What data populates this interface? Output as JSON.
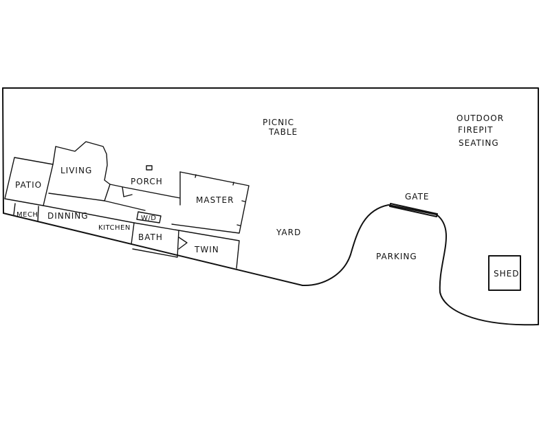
{
  "labels": {
    "picnic_line1": "PICNIC",
    "picnic_line2": "TABLE",
    "firepit_line1": "OUTDOOR",
    "firepit_line2": "FIREPIT",
    "firepit_line3": "SEATING",
    "patio": "PATIO",
    "living": "LIVING",
    "porch": "PORCH",
    "master": "MASTER",
    "mech": "MECH",
    "dinning": "DINNING",
    "kitchen": "KITCHEN",
    "wd": "W/D",
    "bath": "BATH",
    "twin": "TWIN",
    "yard": "YARD",
    "gate": "GATE",
    "parking": "PARKING",
    "shed": "SHED"
  }
}
